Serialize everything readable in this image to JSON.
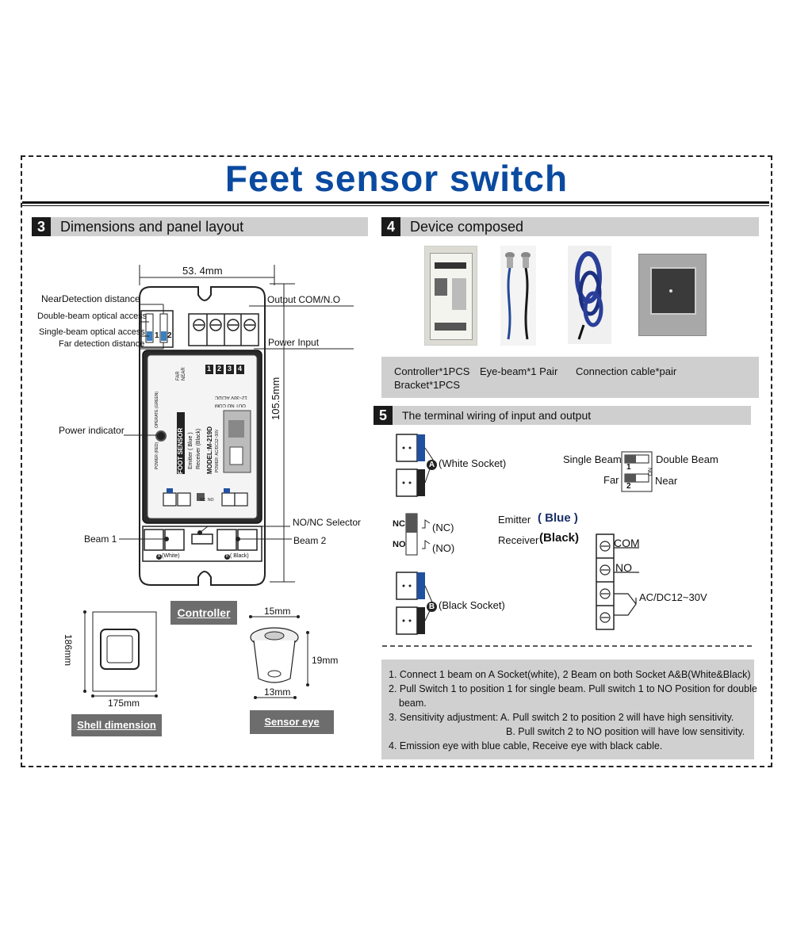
{
  "title": "Feet sensor  switch",
  "sec3": {
    "num": "3",
    "title": "Dimensions and panel layout"
  },
  "sec4": {
    "num": "4",
    "title": "Device composed"
  },
  "sec5": {
    "num": "5",
    "title": "The terminal wiring of input and output"
  },
  "panel": {
    "width_dim": "53. 4mm",
    "height_dim": "105.5mm",
    "near_detection": "NearDetection distance",
    "double_beam": "Double-beam optical access",
    "single_beam": "Single-beam optical access",
    "far_detection": "Far detection distance",
    "output": "Output COM/N.O",
    "power_input": "Power Input",
    "power_indicator": "Power indicator",
    "nonc_selector": "NO/NC Selector",
    "beam1": "Beam 1",
    "beam2": "Beam 2",
    "dip_1": "1",
    "dip_2": "2",
    "terminals": [
      "1",
      "2",
      "3",
      "4"
    ],
    "model": "MODEL:M-219D",
    "foot_sensor": "FOOT SENSOR",
    "emitter": "Emitter  ( Blue )",
    "receiver": "Receiver (Black)",
    "power_spec": "POWER: AC/DC12~30V",
    "out_label": "OUT  NO COM",
    "acdc_label": "12~30V AC/DC",
    "near": "NEAR",
    "far": "FAR",
    "operate": "OPERATE (GREEN)",
    "power_red": "POWER (RED)",
    "white": "(White)",
    "black": "( Black)",
    "socket_a": "A",
    "socket_b": "B",
    "nc": "NC",
    "no": "NO"
  },
  "controller_btn": "Controller",
  "shell": {
    "h": "186mm",
    "w": "175mm",
    "btn": "Shell dimension"
  },
  "eye": {
    "top": "15mm",
    "h": "19mm",
    "bottom": "13mm",
    "btn": "Sensor  eye"
  },
  "composed": {
    "line1": [
      "Controller*1PCS",
      "Eye-beam*1 Pair",
      "Connection cable*pair"
    ],
    "line2": "Bracket*1PCS"
  },
  "wiring": {
    "white_socket": "(White Socket)",
    "black_socket": "(Black Socket)",
    "socket_a": "A",
    "socket_b": "B",
    "single_beam": "Single Beam",
    "double_beam": "Double Beam",
    "far": "Far",
    "near": "Near",
    "dip_1": "1",
    "dip_2": "2",
    "dip_on": "NO",
    "nc": "NC",
    "no": "NO",
    "nc_paren": "(NC)",
    "no_paren": "(NO)",
    "emitter": "Emitter",
    "emitter_color": "( Blue )",
    "receiver": "Receiver",
    "receiver_color": "(Black)",
    "com": "COM",
    "no_term": "NO",
    "acdc": "AC/DC12~30V"
  },
  "notes": [
    "1. Connect 1 beam on A Socket(white), 2 Beam on both Socket A&B(White&Black)",
    "2. Pull Switch 1 to position 1 for single beam. Pull switch 1 to NO Position for double",
    "beam.",
    "3. Sensitivity adjustment:  A. Pull switch 2 to position 2 will have high sensitivity.",
    "B. Pull switch 2 to NO position  will have low sensitivity.",
    "4. Emission eye with blue cable, Receive eye with black cable."
  ],
  "colors": {
    "title": "#0a4aa0",
    "header_bg": "#cfcfcf",
    "button_bg": "#6d6d6d"
  }
}
